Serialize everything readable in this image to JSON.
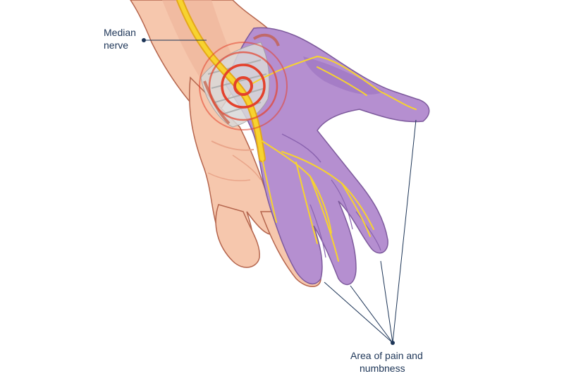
{
  "labels": {
    "median_nerve": {
      "line1": "Median",
      "line2": "nerve"
    },
    "affected_area": {
      "line1": "Area of pain and",
      "line2": "numbness"
    }
  },
  "colors": {
    "skin": "#f6c7ad",
    "skin_shadow": "#e9a58a",
    "skin_outline": "#b5654d",
    "affected_area": "#b58fd0",
    "affected_area_shadow": "#9b72bf",
    "nerve": "#f7d32f",
    "nerve_outline": "#e4a81a",
    "inflammation": "#e4412c",
    "ligament": "#d9d9d9",
    "leader_line": "#1d3557"
  },
  "icons": {
    "median_nerve_marker": "dot-marker-icon",
    "affected_area_marker": "dot-marker-icon"
  }
}
